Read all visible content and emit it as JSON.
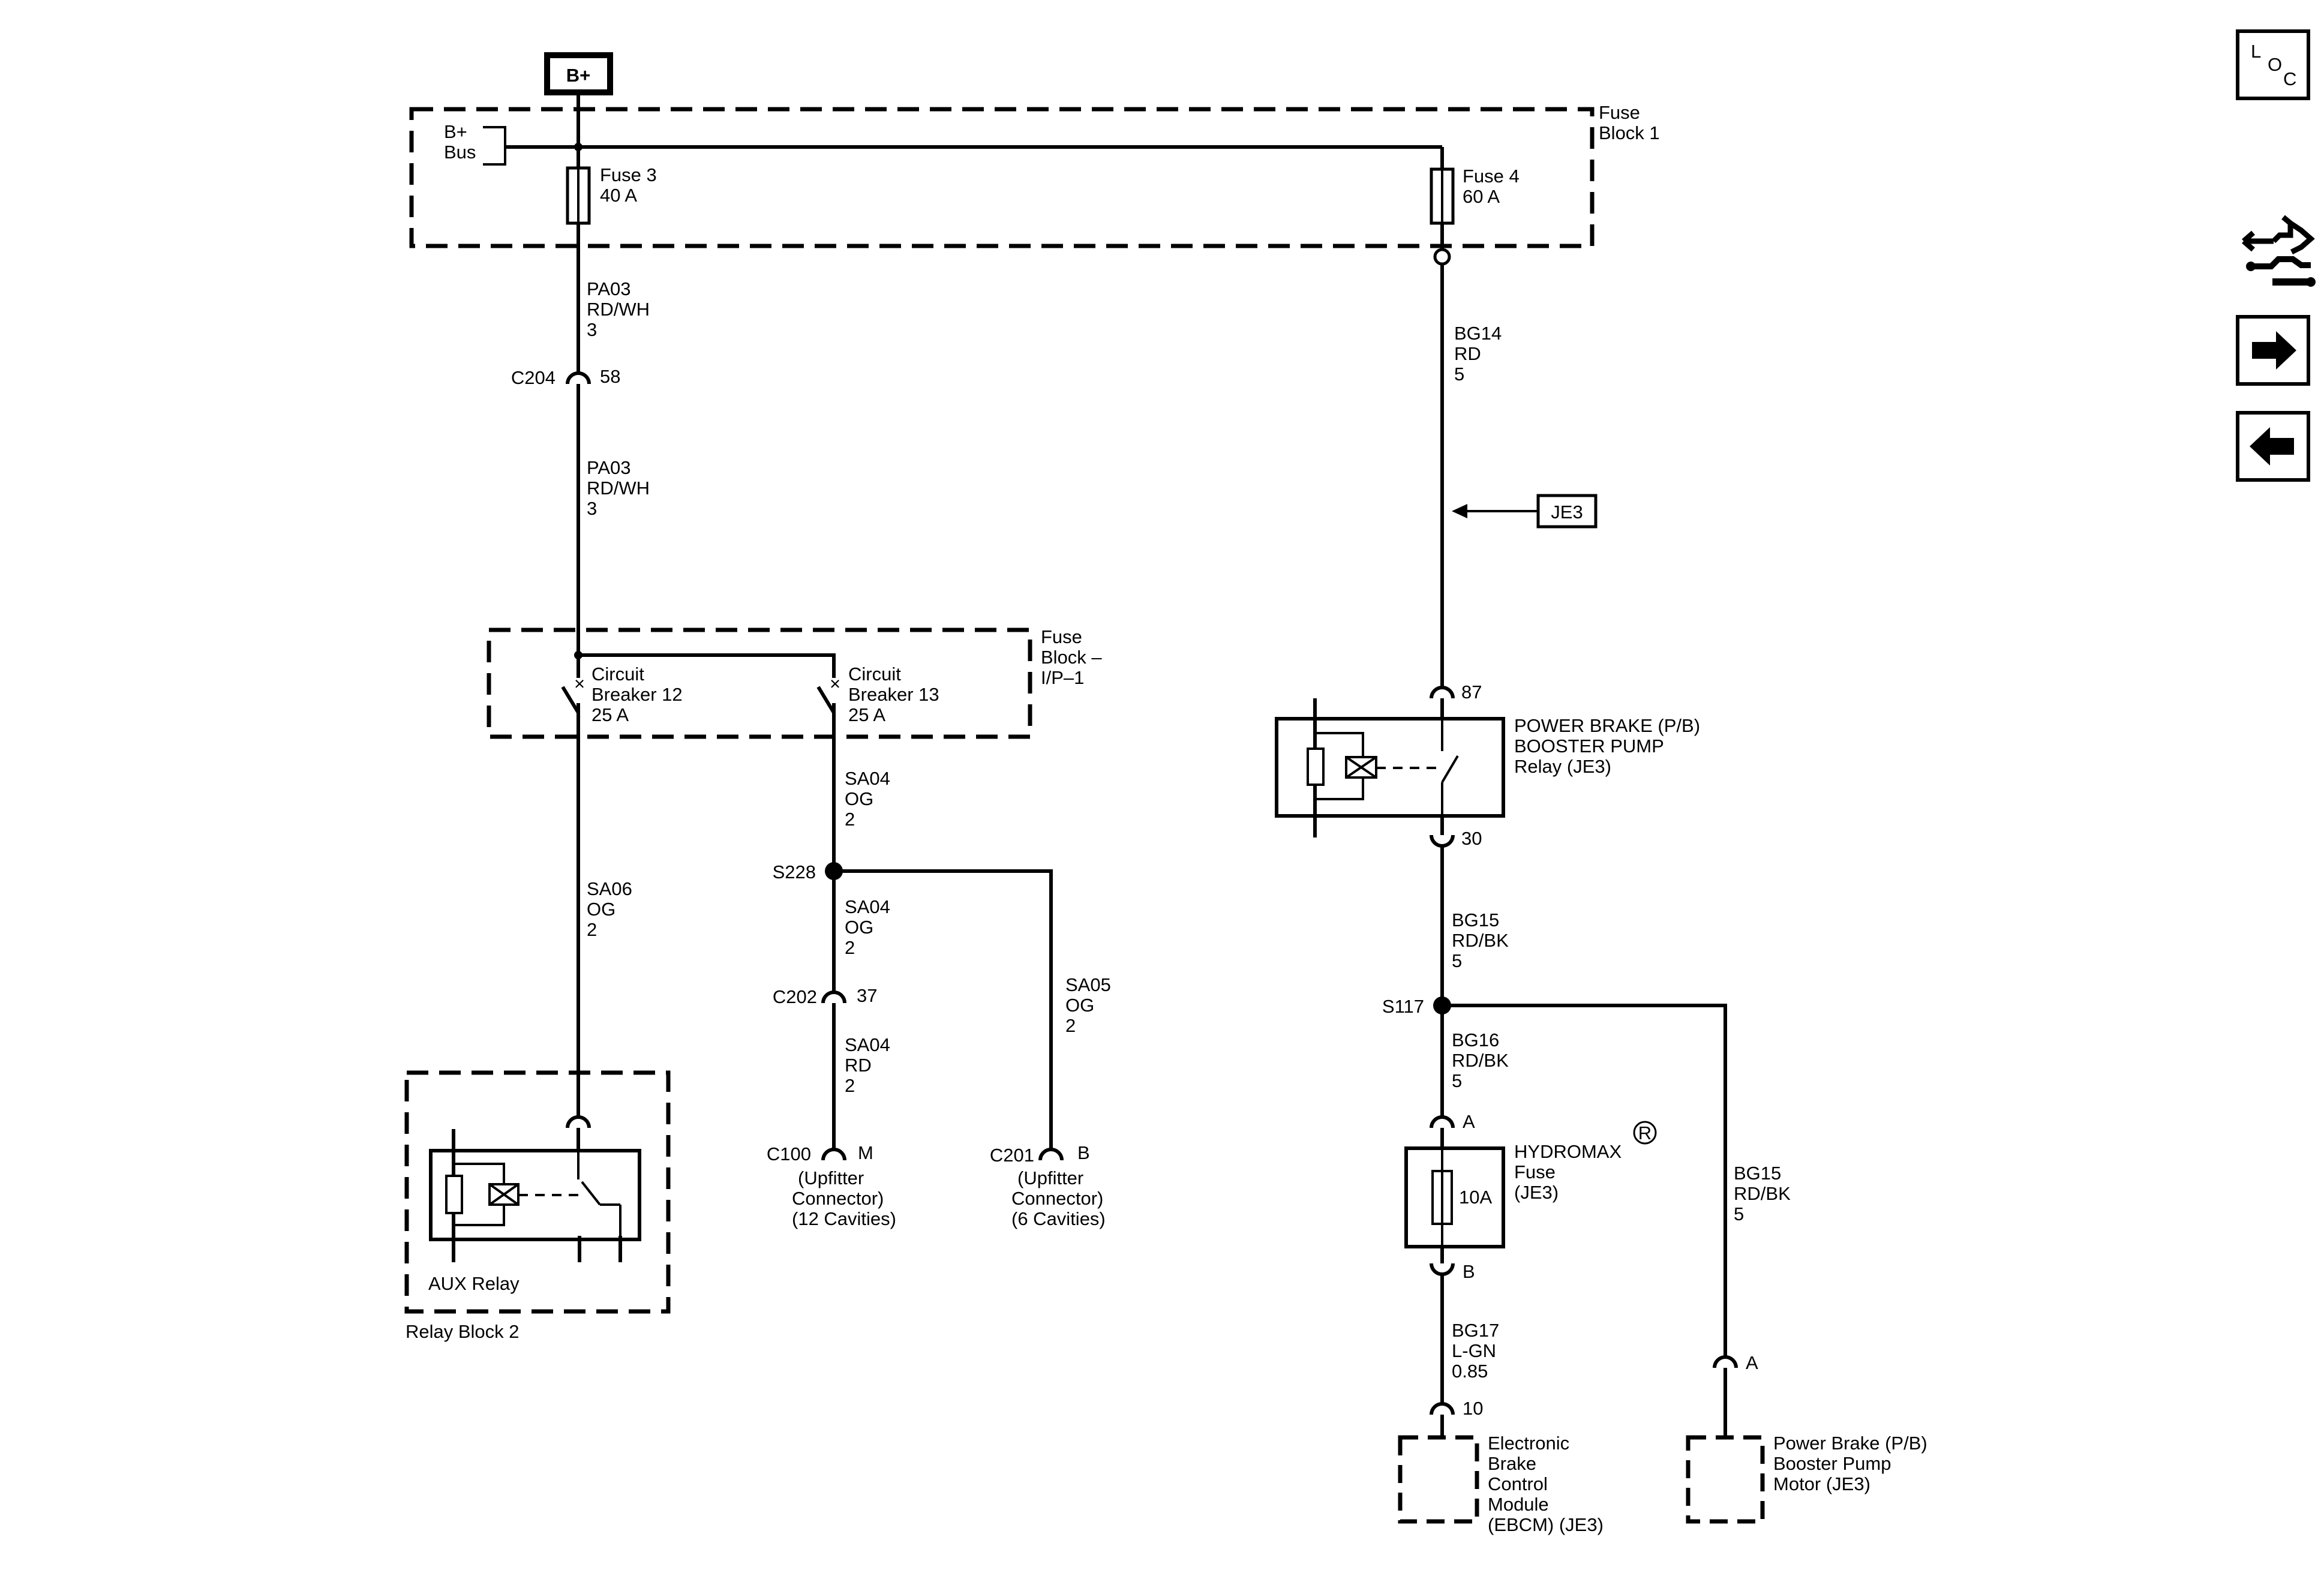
{
  "power_source": {
    "label": "B+"
  },
  "fuse_block_1": {
    "label_line1": "Fuse",
    "label_line2": "Block 1",
    "bus_line1": "B+",
    "bus_line2": "Bus",
    "fuse3": {
      "name": "Fuse 3",
      "rating": "40 A"
    },
    "fuse4": {
      "name": "Fuse 4",
      "rating": "60 A"
    }
  },
  "wires": {
    "pa03_upper": [
      "PA03",
      "RD/WH",
      "3"
    ],
    "pa03_lower": [
      "PA03",
      "RD/WH",
      "3"
    ],
    "bg14": [
      "BG14",
      "RD",
      "5"
    ],
    "sa06": [
      "SA06",
      "OG",
      "2"
    ],
    "sa04_a": [
      "SA04",
      "OG",
      "2"
    ],
    "sa04_b": [
      "SA04",
      "OG",
      "2"
    ],
    "sa04_c": [
      "SA04",
      "RD",
      "2"
    ],
    "sa05": [
      "SA05",
      "OG",
      "2"
    ],
    "bg15_a": [
      "BG15",
      "RD/BK",
      "5"
    ],
    "bg16": [
      "BG16",
      "RD/BK",
      "5"
    ],
    "bg15_b": [
      "BG15",
      "RD/BK",
      "5"
    ],
    "bg17": [
      "BG17",
      "L-GN",
      "0.85"
    ]
  },
  "connectors": {
    "c204": {
      "name": "C204",
      "pin": "58"
    },
    "c202": {
      "name": "C202",
      "pin": "37"
    },
    "c100": {
      "name": "C100",
      "pin": "M",
      "desc": [
        "(Upfitter",
        "Connector)",
        "(12 Cavities)"
      ]
    },
    "c201": {
      "name": "C201",
      "pin": "B",
      "desc": [
        "(Upfitter",
        "Connector)",
        "(6 Cavities)"
      ]
    },
    "relay_87": "87",
    "relay_30": "30",
    "hydromax_a": "A",
    "hydromax_b": "B",
    "ebcm_pin": "10",
    "motor_pin": "A"
  },
  "splices": {
    "s228": "S228",
    "s117": "S117"
  },
  "option_flag": "JE3",
  "fuse_block_ip": {
    "label": [
      "Fuse",
      "Block –",
      "I/P–1"
    ],
    "cb12": [
      "Circuit",
      "Breaker 12",
      "25 A"
    ],
    "cb13": [
      "Circuit",
      "Breaker 13",
      "25 A"
    ]
  },
  "relay_block_2": {
    "aux_relay": "AUX Relay",
    "label": "Relay Block 2"
  },
  "pb_relay": [
    "POWER BRAKE (P/B)",
    "BOOSTER PUMP",
    "Relay (JE3)"
  ],
  "hydromax_fuse": {
    "label": [
      "HYDROMAX",
      "Fuse",
      "(JE3)"
    ],
    "rating": "10A",
    "registered_mark": "R"
  },
  "ebcm": [
    "Electronic",
    "Brake",
    "Control",
    "Module",
    "(EBCM) (JE3)"
  ],
  "pump_motor": [
    "Power Brake (P/B)",
    "Booster Pump",
    "Motor (JE3)"
  ],
  "side_nav": {
    "loc_letters": [
      "L",
      "O",
      "C"
    ],
    "items": [
      {
        "name": "loc-button",
        "icon": "loc-icon"
      },
      {
        "name": "connector-view-button",
        "icon": "harness-icon"
      },
      {
        "name": "next-page-button",
        "icon": "arrow-right-icon"
      },
      {
        "name": "previous-page-button",
        "icon": "arrow-left-icon"
      }
    ]
  }
}
